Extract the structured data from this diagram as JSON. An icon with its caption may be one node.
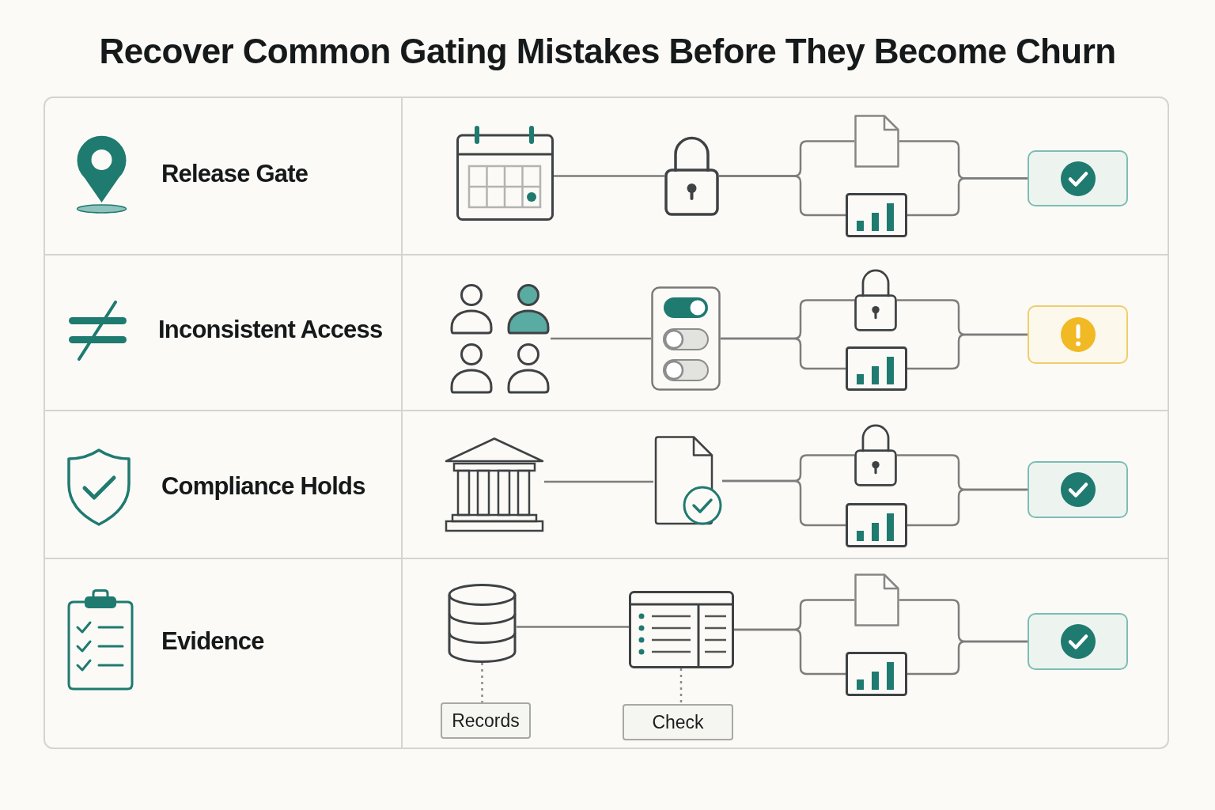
{
  "diagram": {
    "title": "Recover Common Gating Mistakes Before They Become Churn",
    "nodes": [
      {
        "text": [
          "Release Gate"
        ]
      },
      {
        "text": [],
        "shape": "picture"
      },
      {
        "text": [],
        "shape": "picture"
      },
      {
        "text": [],
        "shape": "picture"
      },
      {
        "text": [],
        "shape": "picture"
      },
      {
        "text": [],
        "shape": "box"
      },
      {
        "text": [
          "Inconsistent Access"
        ]
      },
      {
        "text": [],
        "shape": "picture"
      },
      {
        "text": [],
        "shape": "picture"
      },
      {
        "text": [],
        "shape": "picture"
      },
      {
        "text": [],
        "shape": "picture"
      },
      {
        "text": [],
        "shape": "box"
      },
      {
        "text": [
          "Compliance Holds"
        ]
      },
      {
        "text": [],
        "shape": "picture"
      },
      {
        "text": [],
        "shape": "picture"
      },
      {
        "text": [],
        "shape": "picture"
      },
      {
        "text": [],
        "shape": "picture"
      },
      {
        "text": [],
        "shape": "box"
      },
      {
        "text": [
          "Evidence"
        ]
      },
      {
        "text": [],
        "shape": "cylinder"
      },
      {
        "text": [],
        "shape": "picture"
      },
      {
        "text": [],
        "shape": "picture"
      },
      {
        "text": [],
        "shape": "picture"
      },
      {
        "text": [],
        "shape": "box"
      },
      {
        "text": [
          "Records"
        ]
      },
      {
        "text": [
          "Check"
        ]
      }
    ],
    "edges": [
      {
        "from": 1,
        "to": 2,
        "arrow": "none"
      },
      {
        "from": 2,
        "to": 3,
        "arrow": "none"
      },
      {
        "from": 2,
        "to": 4,
        "arrow": "none"
      },
      {
        "from": 3,
        "to": 5,
        "arrow": "none"
      },
      {
        "from": 4,
        "to": 5,
        "arrow": "none"
      },
      {
        "from": 7,
        "to": 8,
        "arrow": "none"
      },
      {
        "from": 8,
        "to": 9,
        "arrow": "none"
      },
      {
        "from": 8,
        "to": 10,
        "arrow": "none"
      },
      {
        "from": 9,
        "to": 11,
        "arrow": "none"
      },
      {
        "from": 10,
        "to": 11,
        "arrow": "none"
      },
      {
        "from": 13,
        "to": 14,
        "arrow": "none"
      },
      {
        "from": 14,
        "to": 15,
        "arrow": "none"
      },
      {
        "from": 14,
        "to": 16,
        "arrow": "none"
      },
      {
        "from": 15,
        "to": 17,
        "arrow": "none"
      },
      {
        "from": 16,
        "to": 17,
        "arrow": "none"
      },
      {
        "from": 19,
        "to": 20,
        "arrow": "none"
      },
      {
        "from": 20,
        "to": 21,
        "arrow": "none"
      },
      {
        "from": 20,
        "to": 22,
        "arrow": "none"
      },
      {
        "from": 21,
        "to": 23,
        "arrow": "none"
      },
      {
        "from": 22,
        "to": 23,
        "arrow": "none"
      },
      {
        "from": 19,
        "to": 24,
        "arrow": "none",
        "style": "dashed"
      },
      {
        "from": 20,
        "to": 25,
        "arrow": "none",
        "style": "dashed"
      }
    ]
  }
}
